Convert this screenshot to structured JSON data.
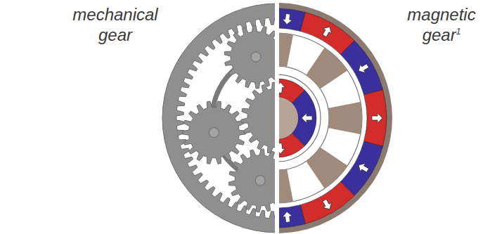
{
  "diagram": {
    "labels": [
      "mechanical gear",
      "magnetic gear",
      "1"
    ]
  }
}
